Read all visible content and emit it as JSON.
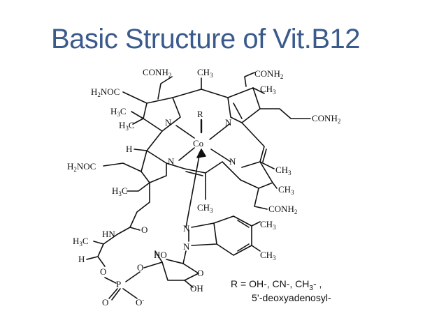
{
  "slide": {
    "title": "Basic Structure of Vit.B12",
    "title_color": "#3a5a8c"
  },
  "structure": {
    "labels": {
      "conh2_top": "CONH",
      "ch3_top": "CH",
      "conh2_top_right": "CONH",
      "ch3_top_right": "CH",
      "h2noc_top": "H",
      "noc_top": "NOC",
      "h3c_a": "H",
      "h3c_a_tail": "C",
      "h3c_b": "H",
      "h3c_b_tail": "C",
      "conh2_right": "CONH",
      "n_top_left": "N",
      "n_top_right": "N",
      "n_bottom_left": "N",
      "n_bottom_right": "N",
      "r_group": "R",
      "cobalt": "Co",
      "h_left": "H",
      "h2noc_mid": "H",
      "noc_mid": "NOC",
      "ch3_right_a": "CH",
      "ch3_right_b": "CH",
      "h3c_c": "H",
      "h3c_c_tail": "C",
      "ch3_bottom": "CH",
      "conh2_bottom": "CONH",
      "hn": "HN",
      "o_amide": "O",
      "n_benz_top": "N",
      "n_benz_bottom": "N",
      "ch3_benz_top": "CH",
      "ch3_benz_bottom": "CH",
      "h3c_d": "H",
      "h3c_d_tail": "C",
      "h_chain": "H",
      "ho_ring": "HO",
      "o_ring": "O",
      "o_chain": "O",
      "o_phos": "O",
      "p": "P",
      "oh_ring": "OH",
      "o_double": "O",
      "o_minus": "O",
      "sub2": "2",
      "sub3": "3",
      "minus": "-"
    },
    "legend_line1": "R = OH-, CN-, CH",
    "legend_sub": "3",
    "legend_tail": "- ,",
    "legend_line2": "5’-deoxyadenosyl-"
  },
  "colors": {
    "ink": "#111111",
    "background": "#ffffff"
  }
}
